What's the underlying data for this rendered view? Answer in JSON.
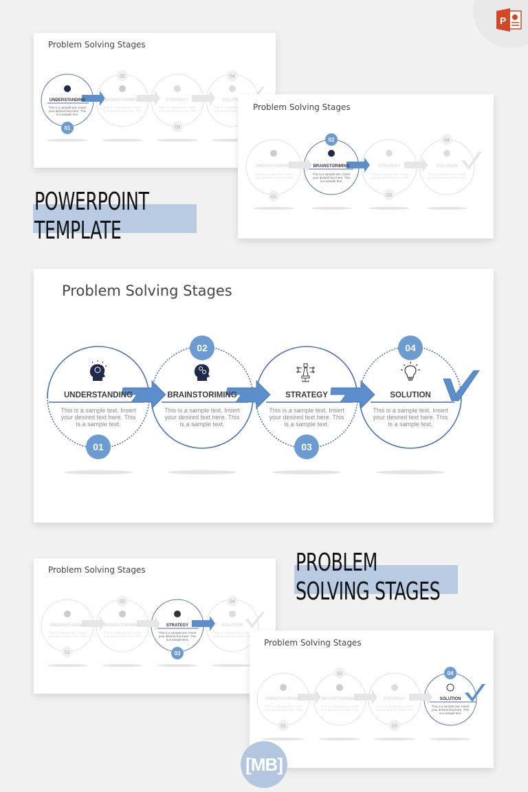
{
  "slide_title": "Problem Solving Stages",
  "promo": {
    "block1": [
      "POWERPOINT",
      "TEMPLATE"
    ],
    "block2": [
      "PROBLEM",
      "SOLVING STAGES"
    ],
    "highlight_color": "#b8cbe2"
  },
  "stages": [
    {
      "number": "01",
      "label": "UNDERSTANDING",
      "icon": "head-brain-icon",
      "text": [
        "This is a sample text. Insert",
        "your desired text here. This",
        "is a sample text."
      ]
    },
    {
      "number": "02",
      "label": "BRAINSTORIMING",
      "icon": "head-gears-icon",
      "text": [
        "This is a sample text. Insert",
        "your desired text here. This",
        "is a sample text."
      ]
    },
    {
      "number": "03",
      "label": "STRATEGY",
      "icon": "chess-strategy-icon",
      "text": [
        "This is a sample text. Insert",
        "your desired text here. This",
        "is a sample text."
      ]
    },
    {
      "number": "04",
      "label": "SOLUTION",
      "icon": "lightbulb-icon",
      "text": [
        "This is a sample text. Insert",
        "your desired text here. This",
        "is a sample text."
      ]
    }
  ],
  "thumbnails": [
    {
      "active_stage": "01"
    },
    {
      "active_stage": "02"
    },
    {
      "active_stage": "03"
    },
    {
      "active_stage": "04"
    }
  ],
  "colors": {
    "accent": "#5b8fcb",
    "circle_stroke": "#4a6fae",
    "badge": "#6b9bd1",
    "icon_dark": "#1f2a4a",
    "inactive": "#d8d8d8"
  },
  "branding": {
    "app_icon": "powerpoint-icon",
    "logo_text": "[MB]"
  }
}
